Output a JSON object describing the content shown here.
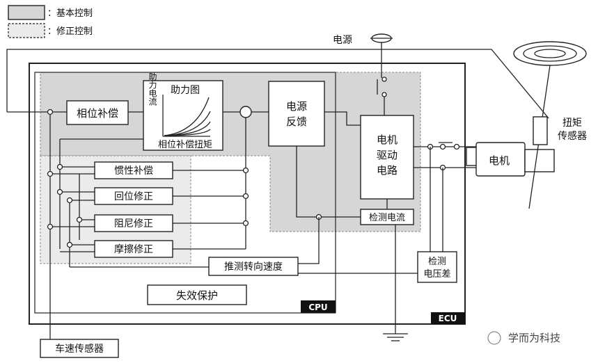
{
  "legend": {
    "basic": "：基本控制",
    "correction": "：修正控制"
  },
  "blocks": {
    "phase_comp": "相位补偿",
    "assist_map_title": "助力图",
    "assist_current": "助力电流",
    "phase_comp_torque": "相位补偿扭矩",
    "power_feedback_1": "电源",
    "power_feedback_2": "反馈",
    "motor_drive_1": "电机",
    "motor_drive_2": "驱动",
    "motor_drive_3": "电路",
    "detect_current": "检测电流",
    "inertia_comp": "惯性补偿",
    "return_correction": "回位修正",
    "damping_correction": "阻尼修正",
    "friction_correction": "摩擦修正",
    "estimate_speed": "推测转向速度",
    "fail_safe": "失效保护",
    "cpu": "CPU",
    "ecu": "ECU",
    "detect_voltage_1": "检测",
    "detect_voltage_2": "电压差",
    "power_source": "电源",
    "motor": "电机",
    "torque_sensor_1": "扭矩",
    "torque_sensor_2": "传感器",
    "speed_sensor": "车速传感器"
  },
  "watermark": {
    "text": "学而为科技"
  },
  "colors": {
    "basic_fill": "#d6d6d6",
    "correction_fill": "#ebebeb",
    "line": "#222222"
  }
}
